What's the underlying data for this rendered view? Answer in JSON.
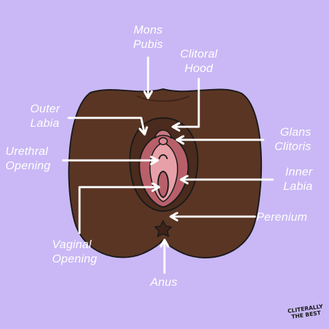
{
  "colors": {
    "background": "#c9b8f5",
    "skin": "#5a3524",
    "skin_dark": "#3e2418",
    "labia": "#b8606a",
    "labia_light": "#e8a0a8",
    "clitoris": "#d98a94",
    "outline": "#1a1a1a",
    "text": "#ffffff"
  },
  "labels": {
    "mons_pubis": [
      "Mons",
      "Pubis"
    ],
    "clitoral_hood": [
      "Clitoral",
      "Hood"
    ],
    "outer_labia": [
      "Outer",
      "Labia"
    ],
    "glans_clitoris": [
      "Glans",
      "Clitoris"
    ],
    "urethral_opening": [
      "Urethral",
      "Opening"
    ],
    "inner_labia": [
      "Inner",
      "Labia"
    ],
    "perenium": [
      "Perenium"
    ],
    "vaginal_opening": [
      "Vaginal",
      "Opening"
    ],
    "anus": [
      "Anus"
    ]
  },
  "logo": {
    "line1": "CLITERALLY",
    "line2": "THE BEST"
  }
}
